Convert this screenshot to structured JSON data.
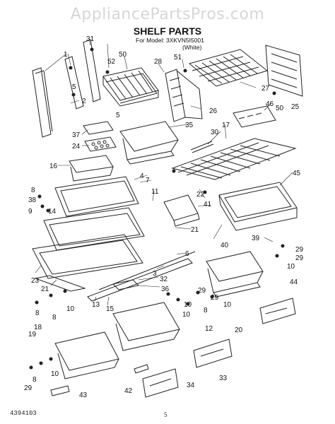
{
  "header": {
    "watermark": "AppliancePartsPros.com",
    "title": "SHELF PARTS",
    "model_line": "For Model: 3XKVN5I5001",
    "variant": "(White)"
  },
  "footer": {
    "doc_number": "4394103",
    "page_number": "5"
  },
  "callouts": {
    "c1": "31",
    "c2": "1",
    "c3": "5",
    "c4": "2",
    "c5": "5",
    "c6": "52",
    "c7": "50",
    "c8": "28",
    "c9": "51",
    "c10": "27",
    "c11": "46",
    "c12": "50",
    "c13": "25",
    "c14": "26",
    "c15": "37",
    "c16": "24",
    "c17": "35",
    "c18": "30",
    "c19": "17",
    "c20": "16",
    "c21": "4",
    "c22": "7",
    "c23": "11",
    "c24": "45",
    "c25": "8",
    "c26": "38",
    "c27": "14",
    "c28": "9",
    "c29": "22",
    "c30": "41",
    "c31": "21",
    "c32": "40",
    "c33": "39",
    "c34": "6",
    "c35": "23",
    "c36": "21",
    "c37": "3",
    "c38": "32",
    "c39": "36",
    "c40": "13",
    "c41": "15",
    "c42": "10",
    "c43": "8",
    "c44": "29",
    "c45": "8",
    "c46": "10",
    "c47": "29",
    "c48": "10",
    "c49": "44",
    "c50": "18",
    "c51": "12",
    "c52": "20",
    "c53": "19",
    "c54": "33",
    "c55": "42",
    "c56": "34",
    "c57": "29",
    "c58": "8",
    "c59": "10",
    "c60": "43",
    "c61": "10",
    "c62": "29",
    "c63": "8",
    "c64": "29",
    "c65": "10"
  }
}
